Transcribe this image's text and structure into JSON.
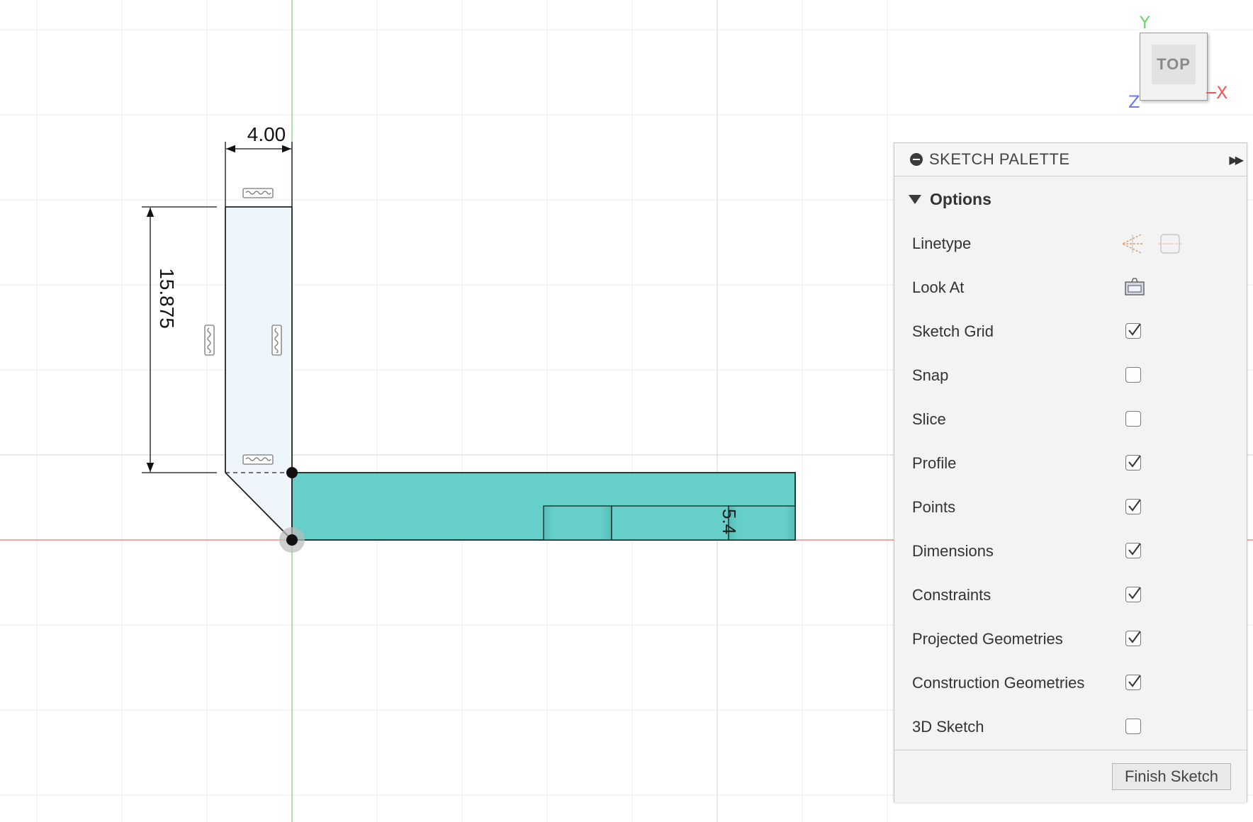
{
  "sketch": {
    "dim_width": "4.00",
    "dim_height": "15.875",
    "dim_partial": "5.4"
  },
  "viewcube": {
    "face_label": "TOP",
    "axis_y": "Y",
    "axis_x": "X",
    "axis_z": "Z"
  },
  "palette": {
    "title": "SKETCH PALETTE",
    "section": "Options",
    "rows": [
      {
        "label": "Linetype",
        "control": "linetype-icons"
      },
      {
        "label": "Look At",
        "control": "look-at-icon"
      },
      {
        "label": "Sketch Grid",
        "control": "checkbox",
        "checked": true
      },
      {
        "label": "Snap",
        "control": "checkbox",
        "checked": false
      },
      {
        "label": "Slice",
        "control": "checkbox",
        "checked": false
      },
      {
        "label": "Profile",
        "control": "checkbox",
        "checked": true
      },
      {
        "label": "Points",
        "control": "checkbox",
        "checked": true
      },
      {
        "label": "Dimensions",
        "control": "checkbox",
        "checked": true
      },
      {
        "label": "Constraints",
        "control": "checkbox",
        "checked": true
      },
      {
        "label": "Projected Geometries",
        "control": "checkbox",
        "checked": true
      },
      {
        "label": "Construction Geometries",
        "control": "checkbox",
        "checked": true
      },
      {
        "label": "3D Sketch",
        "control": "checkbox",
        "checked": false
      }
    ],
    "finish_label": "Finish Sketch"
  },
  "colors": {
    "profile_fill": "#66cfc9",
    "profile_light": "#eef6fc",
    "x_axis": "#f08a8a",
    "y_axis": "#8fdc8f",
    "grid": "#ececec"
  }
}
